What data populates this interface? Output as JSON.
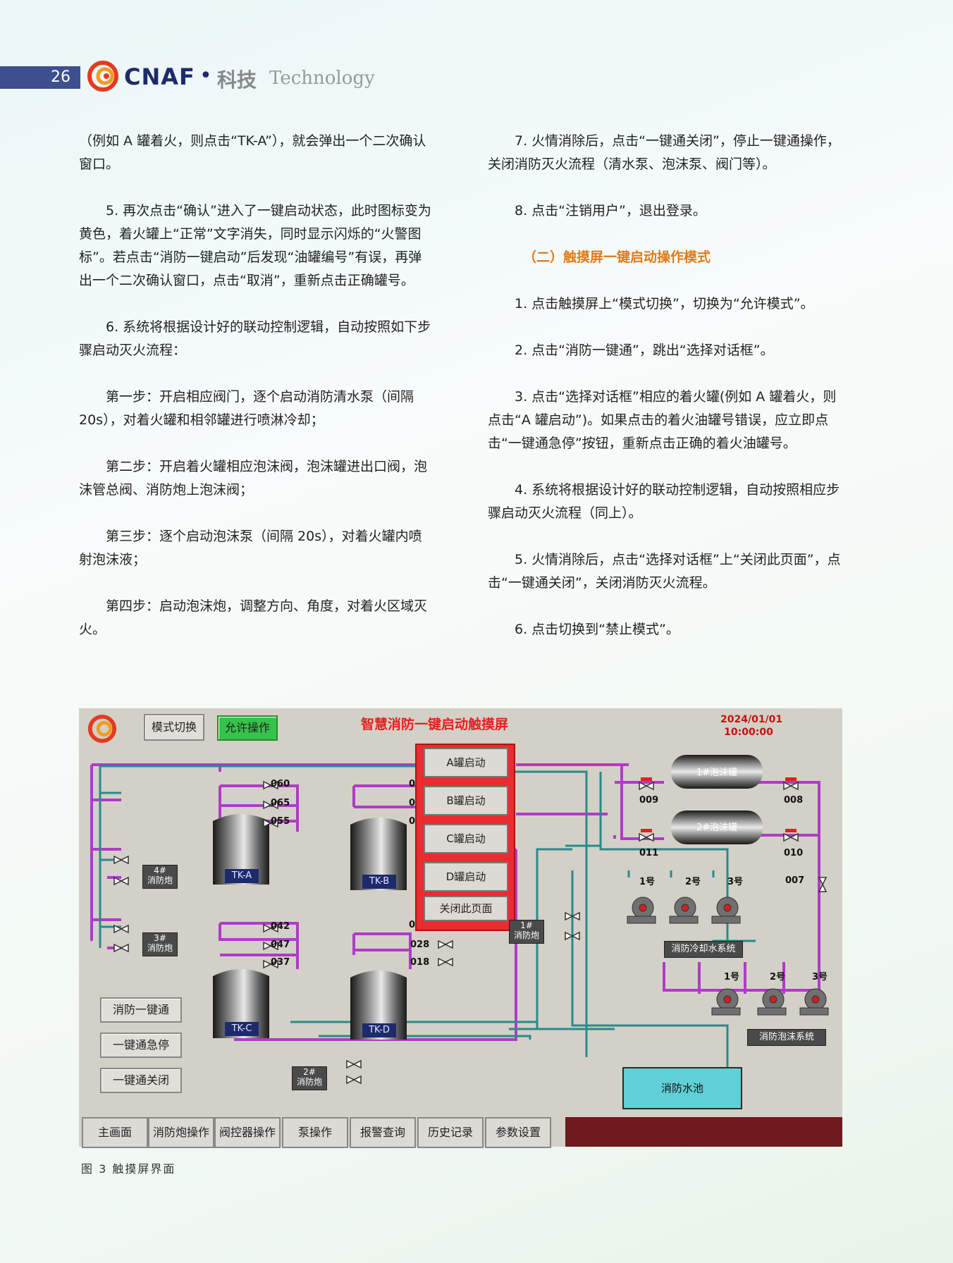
{
  "header": {
    "page_number": "26",
    "brand": "CNAF",
    "section": "科技",
    "section_en": "Technology",
    "accent_color": "#3d4f8c"
  },
  "left_column": [
    {
      "text": "（例如 A 罐着火，则点击“TK-A”），就会弹出一个二次确认窗口。",
      "indent": false
    },
    {
      "text": "5. 再次点击“确认”进入了一键启动状态，此时图标变为黄色，着火罐上“正常”文字消失，同时显示闪烁的“火警图标”。若点击“消防一键启动”后发现“油罐编号”有误，再弹出一个二次确认窗口，点击“取消”，重新点击正确罐号。",
      "indent": true
    },
    {
      "text": "6. 系统将根据设计好的联动控制逻辑，自动按照如下步骤启动灭火流程：",
      "indent": true
    },
    {
      "text": "第一步：开启相应阀门，逐个启动消防清水泵（间隔 20s），对着火罐和相邻罐进行喷淋冷却；",
      "indent": true
    },
    {
      "text": "第二步：开启着火罐相应泡沫阀，泡沫罐进出口阀，泡沫管总阀、消防炮上泡沫阀；",
      "indent": true
    },
    {
      "text": "第三步：逐个启动泡沫泵（间隔 20s），对着火罐内喷射泡沫液；",
      "indent": true
    },
    {
      "text": "第四步：启动泡沫炮，调整方向、角度，对着火区域灭火。",
      "indent": true
    }
  ],
  "right_column": {
    "top": [
      "7. 火情消除后，点击“一键通关闭”，停止一键通操作，关闭消防灭火流程（清水泵、泡沫泵、阀门等）。",
      "8. 点击“注销用户”，退出登录。"
    ],
    "section_title": "（二）触摸屏一键启动操作模式",
    "steps": [
      "1. 点击触摸屏上“模式切换”，切换为“允许模式”。",
      "2. 点击“消防一键通”，跳出“选择对话框”。",
      "3. 点击“选择对话框”相应的着火罐(例如 A 罐着火，则点击“A 罐启动”)。如果点击的着火油罐号错误，应立即点击“一键通急停”按钮，重新点击正确的着火油罐号。",
      "4. 系统将根据设计好的联动控制逻辑，自动按照相应步骤启动灭火流程（同上）。",
      "5. 火情消除后，点击“选择对话框”上“关闭此页面”，点击“一键通关闭”，关闭消防灭火流程。",
      "6. 点击切换到“禁止模式”。"
    ],
    "section_color": "#e07b17"
  },
  "screen": {
    "title": "智慧消防一键启动触摸屏",
    "date": "2024/01/01",
    "time": "10:00:00",
    "mode_button": "模式切换",
    "allow_button": "允许操作",
    "dialog_buttons": [
      "A罐启动",
      "B罐启动",
      "C罐启动",
      "D罐启动",
      "关闭此页面"
    ],
    "tanks": [
      "TK-A",
      "TK-B",
      "TK-C",
      "TK-D"
    ],
    "foam_tanks": [
      "1#泡沫罐",
      "2#泡沫罐"
    ],
    "valves": {
      "a": [
        "060",
        "065",
        "055"
      ],
      "c": [
        "042",
        "047",
        "037"
      ],
      "d": [
        "028",
        "018"
      ],
      "b_partial": [
        "0",
        "0",
        "0"
      ],
      "d_partial": "0",
      "foam": [
        "009",
        "008",
        "011",
        "010"
      ],
      "other": "007"
    },
    "cannons": {
      "c4": "4#",
      "c3": "3#",
      "c1": "1#",
      "c2": "2#",
      "name": "消防炮"
    },
    "cooling_pumps": [
      "1号",
      "2号",
      "3号"
    ],
    "cooling_label": "消防冷却水系统",
    "foam_pumps": [
      "1号",
      "2号",
      "3号"
    ],
    "foam_label": "消防泡沫系统",
    "pool_label": "消防水池",
    "side_buttons": [
      "消防一键通",
      "一键通急停",
      "一键通关闭"
    ],
    "nav": [
      "主画面",
      "消防炮操作",
      "阀控器操作",
      "泵操作",
      "报警查询",
      "历史记录",
      "参数设置"
    ],
    "colors": {
      "pipe_purple": "#b13bc7",
      "pipe_teal": "#2a8a8a",
      "title_red": "#e52020",
      "date_red": "#c81010",
      "allow_green": "#37c24b",
      "pool": "#5fd0d6",
      "nav_end": "#6e1a1e"
    }
  },
  "caption": "图 3 触摸屏界面"
}
